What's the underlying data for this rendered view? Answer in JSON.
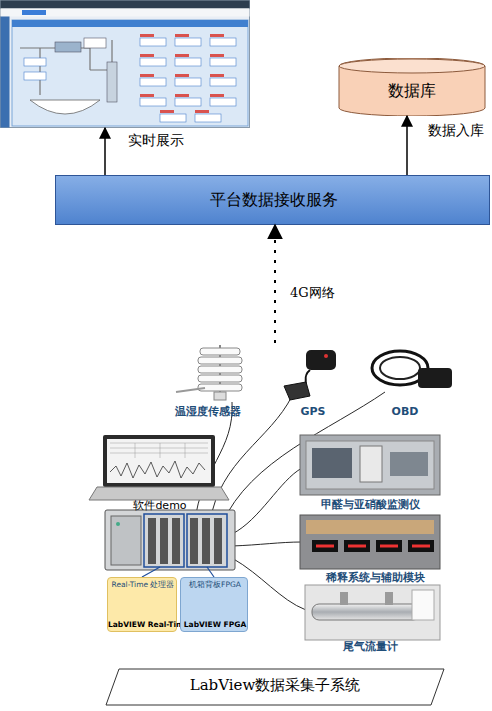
{
  "diagram": {
    "nodes": [
      {
        "text": [
          "实时展示"
        ]
      },
      {
        "text": [
          "数据库"
        ]
      },
      {
        "text": [
          "平台数据接收服务"
        ]
      },
      {
        "text": [
          "温湿度传感器"
        ]
      },
      {
        "text": [
          "GPS"
        ]
      },
      {
        "text": [
          "OBD"
        ]
      },
      {
        "text": [
          "软件demo"
        ]
      },
      {
        "text": [
          "甲醛与亚硝酸监测仪"
        ]
      },
      {
        "text": [
          "稀释系统与辅助模块"
        ]
      },
      {
        "text": [
          "Real-Time 处理器",
          "LabVIEW Real-Time"
        ]
      },
      {
        "text": [
          "机箱背板FPGA",
          "LabVIEW FPGA"
        ]
      },
      {
        "text": [
          "尾气流量计"
        ]
      },
      {
        "text": [
          "LabView数据采集子系统"
        ]
      }
    ],
    "edges": [
      {
        "from": 2,
        "to": 0,
        "arrow": "to"
      },
      {
        "from": 2,
        "to": 1,
        "arrow": "to",
        "label": "数据入库"
      },
      {
        "from": 4,
        "to": 2,
        "arrow": "to",
        "label": "4G网络"
      }
    ]
  }
}
